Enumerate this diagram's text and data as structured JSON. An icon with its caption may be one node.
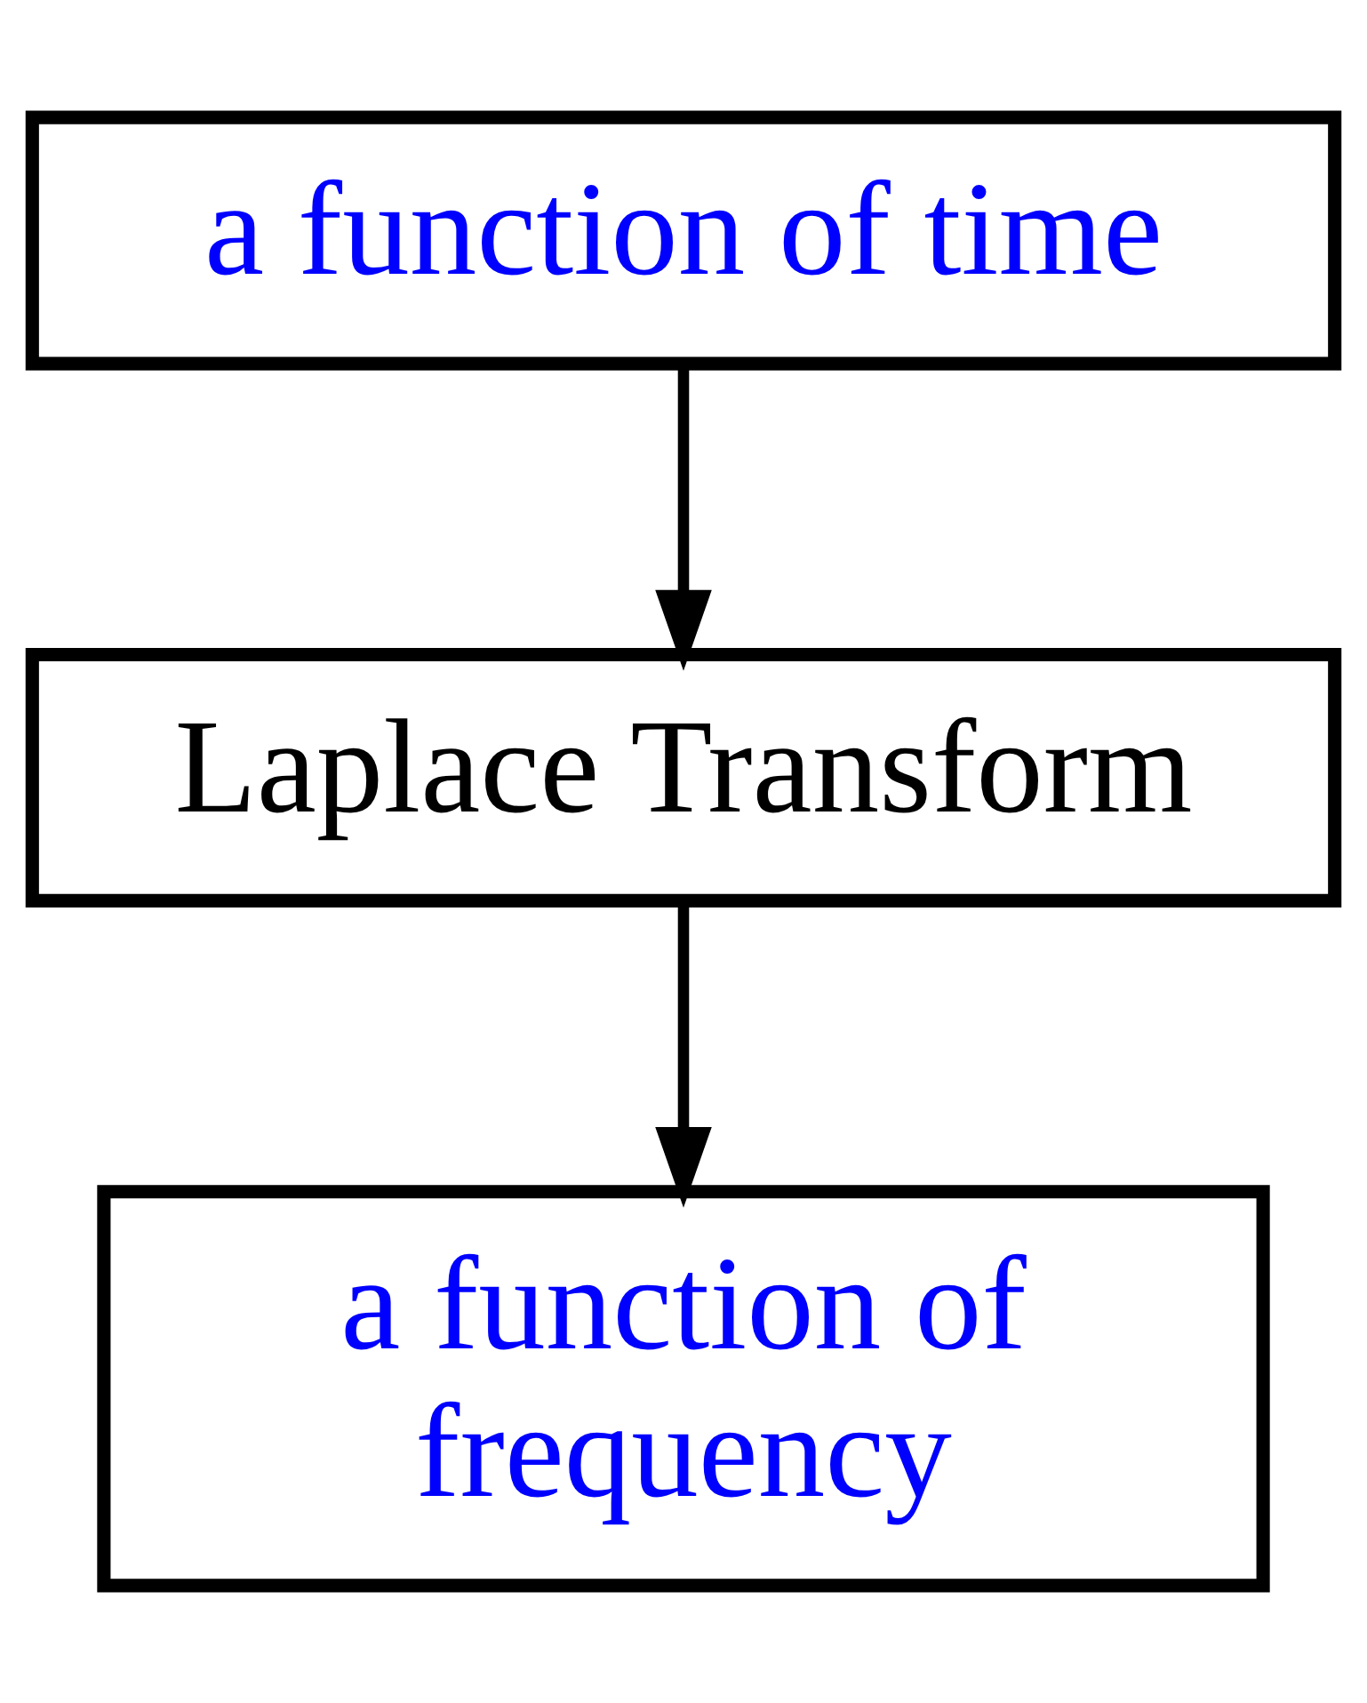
{
  "diagram": {
    "nodes": [
      {
        "text": [
          "a function of time"
        ]
      },
      {
        "text": [
          "Laplace Transform"
        ]
      },
      {
        "text": [
          "a function of frequency"
        ]
      }
    ],
    "edges": [
      {
        "from": 0,
        "to": 1,
        "arrow": "to"
      },
      {
        "from": 1,
        "to": 2,
        "arrow": "to"
      }
    ]
  }
}
